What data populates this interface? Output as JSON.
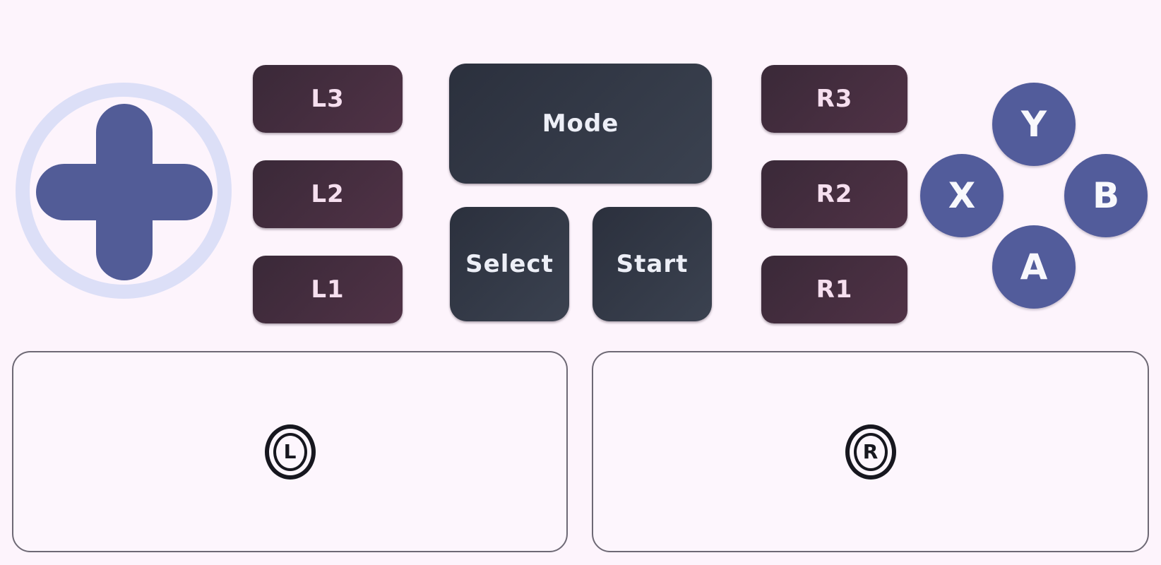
{
  "page": {
    "background": "#fdf4fc",
    "description": "Gamepad controller test layout"
  },
  "colors": {
    "page_bg": "#fdf4fc",
    "dpad_cross": "#525c97",
    "dpad_ring": "#dcdff7",
    "shoulder_button_dark": "#3a2938",
    "shoulder_button_light": "#503246",
    "shoulder_text": "#f6dfef",
    "system_button_dark": "#2b303d",
    "system_button_light": "#3b4250",
    "system_text": "#edeff7",
    "face_button": "#525c9b",
    "panel_bg": "#fdf6fd",
    "panel_border": "#6e6975",
    "stick_marker": "#17171f"
  },
  "left_shoulder_buttons": [
    {
      "label": "L3"
    },
    {
      "label": "L2"
    },
    {
      "label": "L1"
    }
  ],
  "system_buttons": {
    "mode": "Mode",
    "select": "Select",
    "start": "Start"
  },
  "right_shoulder_buttons": [
    {
      "label": "R3"
    },
    {
      "label": "R2"
    },
    {
      "label": "R1"
    }
  ],
  "face_buttons": {
    "top": "Y",
    "left": "X",
    "right": "B",
    "bottom": "A"
  },
  "analog_sticks": [
    {
      "label": "L"
    },
    {
      "label": "R"
    }
  ]
}
